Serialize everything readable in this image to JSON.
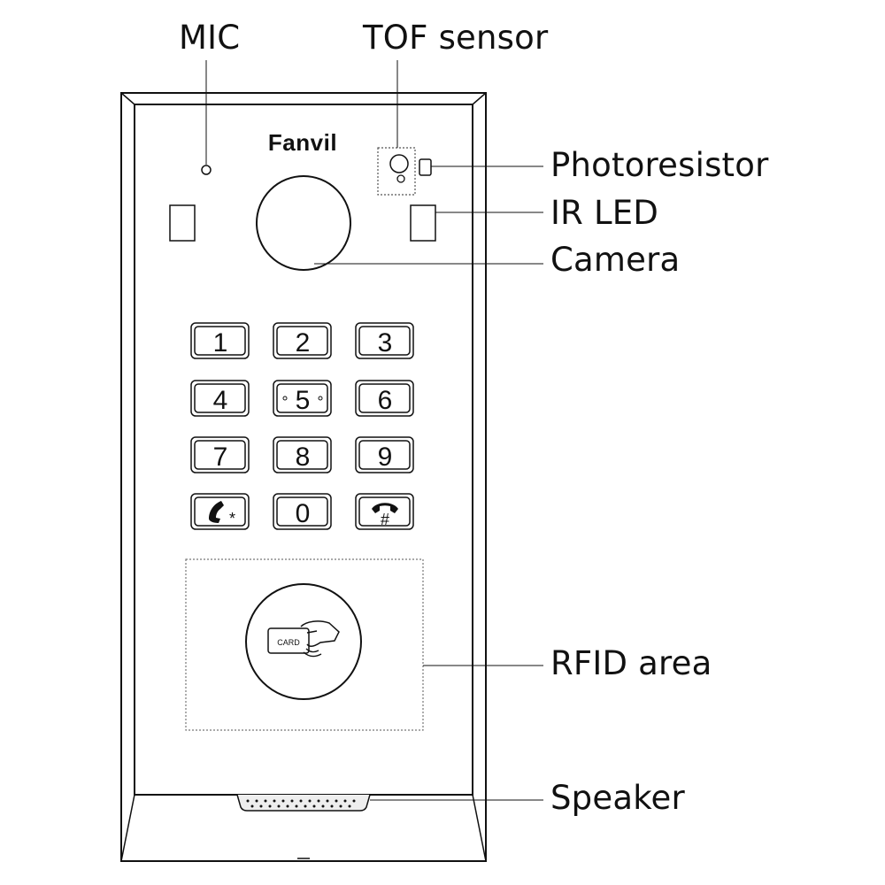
{
  "brand": {
    "logo_text": "Fanvil"
  },
  "callouts": {
    "mic": "MIC",
    "tof": "TOF sensor",
    "photoresistor": "Photoresistor",
    "ir_led": "IR LED",
    "camera": "Camera",
    "rfid": "RFID area",
    "speaker": "Speaker"
  },
  "keypad": {
    "keys": [
      "1",
      "2",
      "3",
      "4",
      "5",
      "6",
      "7",
      "8",
      "9",
      "call-star",
      "0",
      "hangup-hash"
    ],
    "digits": {
      "k1": "1",
      "k2": "2",
      "k3": "3",
      "k4": "4",
      "k5": "5",
      "k6": "6",
      "k7": "7",
      "k8": "8",
      "k9": "9",
      "k0": "0"
    },
    "call_key_symbol": "*",
    "hangup_key_symbol": "#"
  },
  "rfid": {
    "card_text": "CARD"
  },
  "icons": {
    "call_key": "phone-handset-icon",
    "hangup_key": "hangup-handset-icon",
    "rfid": "hand-card-icon"
  },
  "colors": {
    "line": "#111111",
    "background": "#ffffff",
    "dotted": "#888888"
  }
}
